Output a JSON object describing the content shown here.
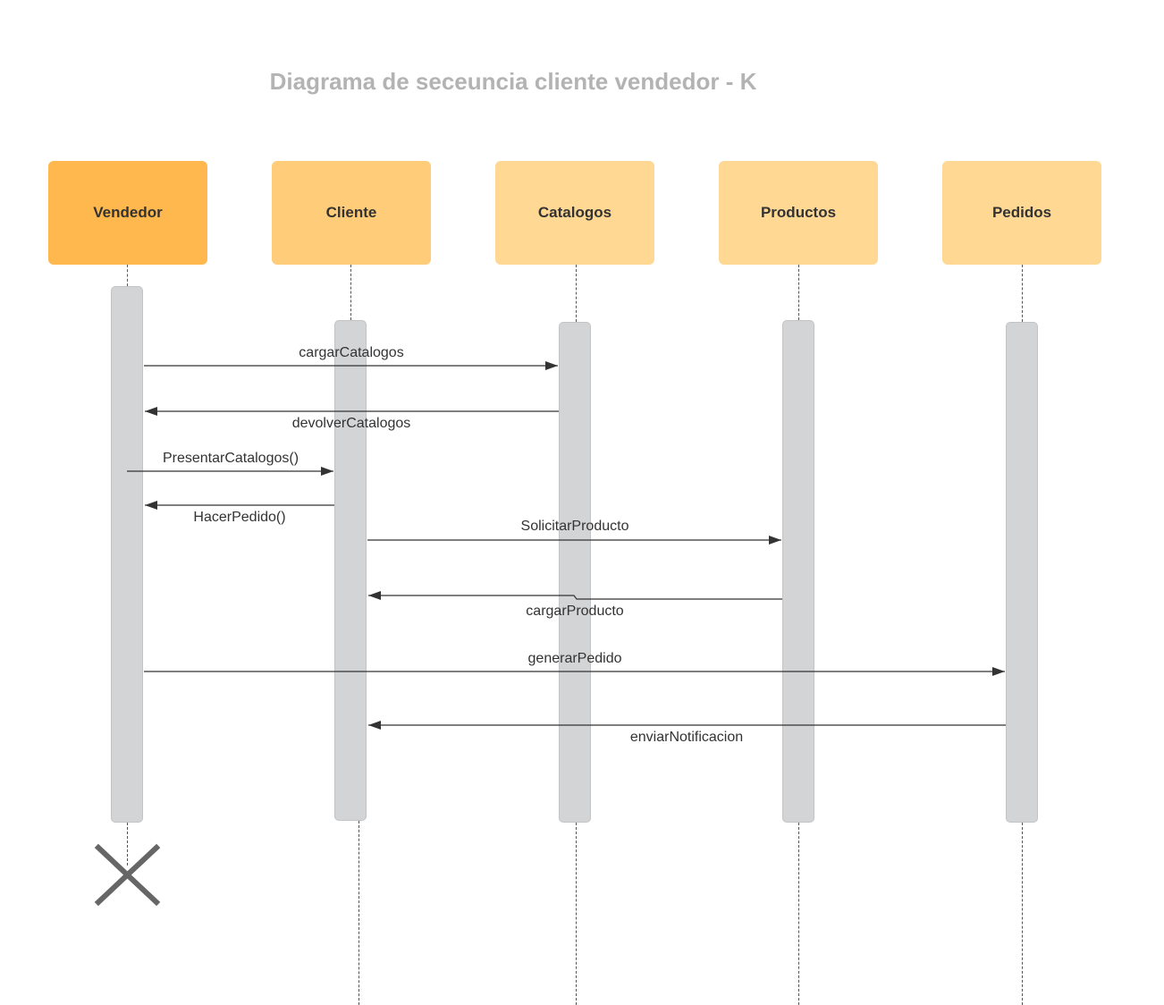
{
  "title": "Diagrama de seceuncia cliente vendedor - K",
  "colors": {
    "vendedor": "#ffb84d",
    "cliente": "#ffcc7a",
    "catalogos": "#ffd893",
    "productos": "#ffd893",
    "pedidos": "#ffd893",
    "activation": "#d3d4d6",
    "line": "#333333",
    "destroy": "#666666"
  },
  "participants": [
    {
      "id": "vendedor",
      "label": "Vendedor"
    },
    {
      "id": "cliente",
      "label": "Cliente"
    },
    {
      "id": "catalogos",
      "label": "Catalogos"
    },
    {
      "id": "productos",
      "label": "Productos"
    },
    {
      "id": "pedidos",
      "label": "Pedidos"
    }
  ],
  "messages": [
    {
      "label": "cargarCatalogos",
      "from": "Vendedor",
      "to": "Catalogos"
    },
    {
      "label": "devolverCatalogos",
      "from": "Catalogos",
      "to": "Vendedor"
    },
    {
      "label": "PresentarCatalogos()",
      "from": "Vendedor",
      "to": "Cliente"
    },
    {
      "label": "HacerPedido()",
      "from": "Cliente",
      "to": "Vendedor"
    },
    {
      "label": "SolicitarProducto",
      "from": "Cliente",
      "to": "Productos"
    },
    {
      "label": "cargarProducto",
      "from": "Productos",
      "to": "Cliente"
    },
    {
      "label": "generarPedido",
      "from": "Vendedor",
      "to": "Pedidos"
    },
    {
      "label": "enviarNotificacion",
      "from": "Pedidos",
      "to": "Cliente"
    }
  ],
  "destroy_marker": {
    "icon": "x-destroy-icon",
    "participant": "Vendedor"
  }
}
